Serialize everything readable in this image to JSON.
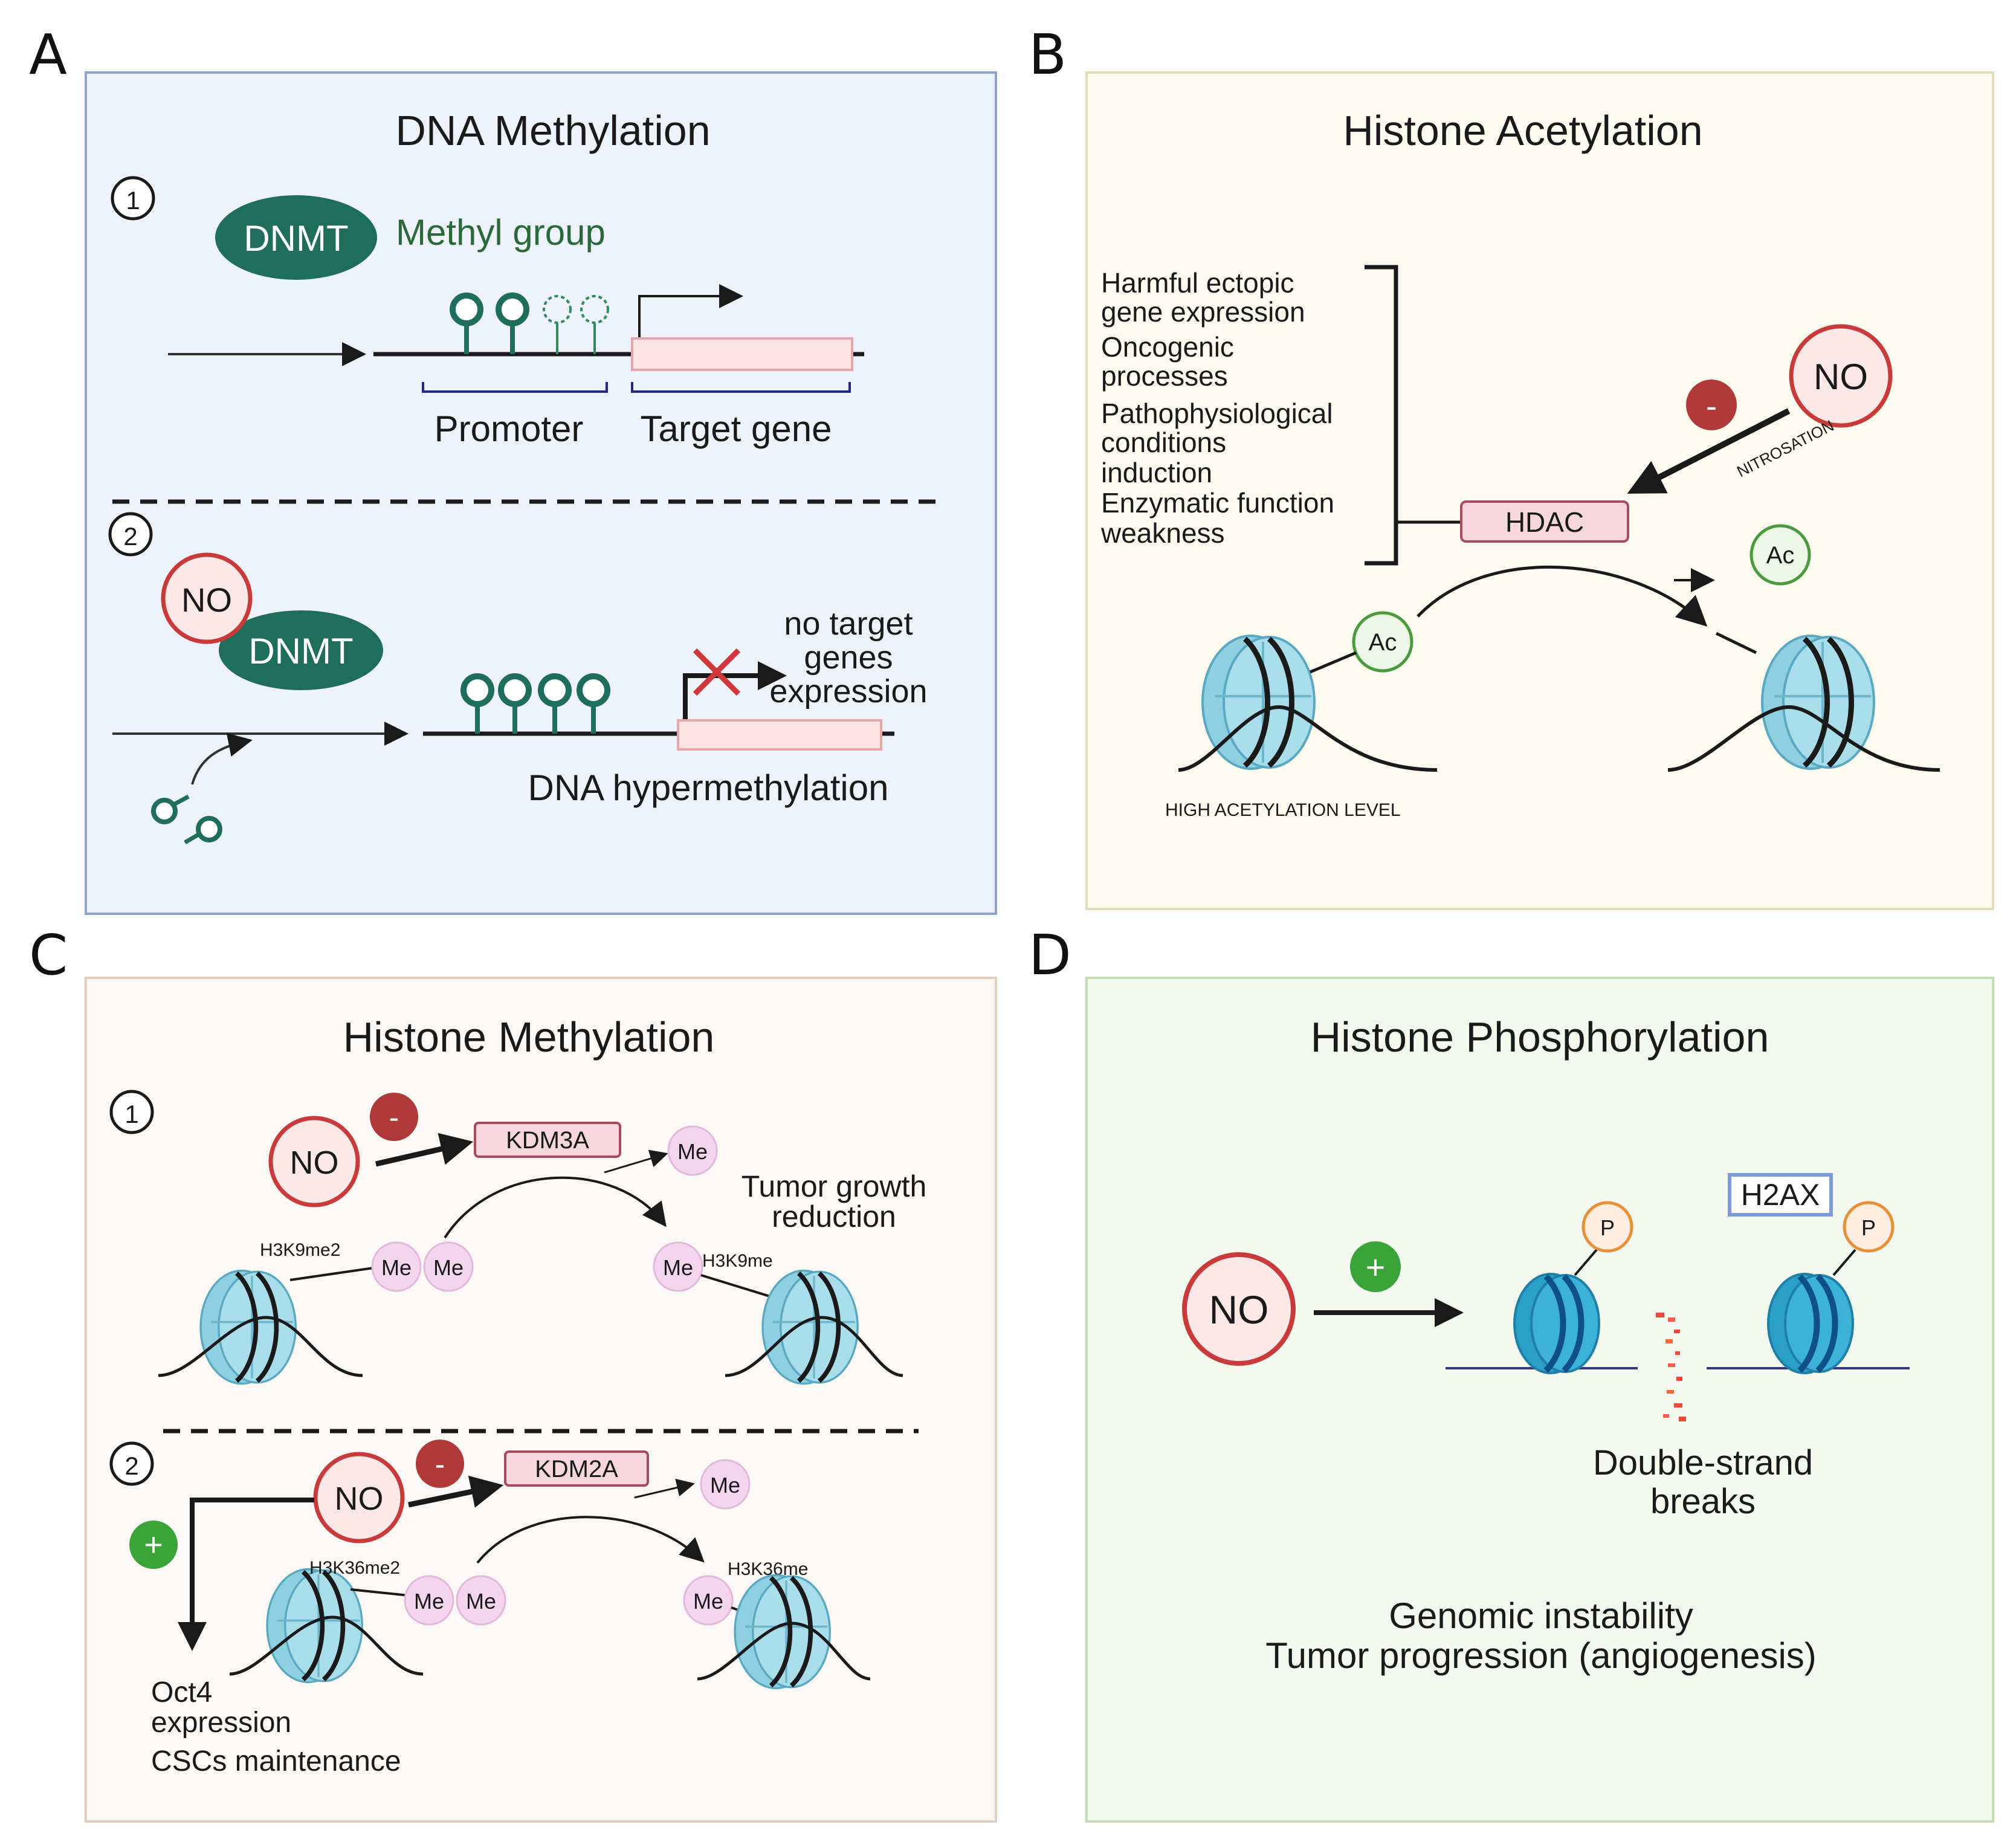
{
  "panel_letters": [
    "A",
    "B",
    "C",
    "D"
  ],
  "colors": {
    "panel_a_bg": "#eef2fb",
    "panel_b_bg": "#fdfbf0",
    "panel_c_bg": "#fcf8f5",
    "panel_d_bg": "#f4f9f0",
    "dnmt": "#1f6e5c",
    "no_ring": "#c93a3a",
    "minus_badge": "#b03a3a",
    "plus_badge": "#3aa33a",
    "enzyme_box": "#f5d7dd",
    "me_circle": "#f3d5ee",
    "ac_ring": "#4c9a3e",
    "p_ring": "#e89038",
    "nucleosome": "#8fd0e0",
    "h2ax_box": "#7a9ad8"
  },
  "icons": [
    "nucleosome-icon",
    "methyl-group-icon",
    "arrow-icon",
    "inhibition-x-icon"
  ],
  "panel_a": {
    "title": "DNA Methylation",
    "step1": "1",
    "step2": "2",
    "dnmt": "DNMT",
    "methyl_group": "Methyl group",
    "promoter": "Promoter",
    "target_gene": "Target gene",
    "no": "NO",
    "no_target_line1": "no target",
    "no_target_line2": "genes",
    "no_target_line3": "expression",
    "hypermethylation": "DNA hypermethylation"
  },
  "panel_b": {
    "title": "Histone Acetylation",
    "effects": [
      "Harmful ectopic",
      "gene expression",
      "Oncogenic",
      "processes",
      "Pathophysiological",
      "conditions",
      "induction",
      "Enzymatic function",
      "weakness"
    ],
    "no": "NO",
    "minus": "-",
    "nitrosation": "NITROSATION",
    "hdac": "HDAC",
    "ac": "Ac",
    "high_acetylation": "HIGH ACETYLATION LEVEL"
  },
  "panel_c": {
    "title": "Histone Methylation",
    "step1": "1",
    "step2": "2",
    "no": "NO",
    "minus": "-",
    "plus": "+",
    "kdm3a": "KDM3A",
    "kdm2a": "KDM2A",
    "me": "Me",
    "h3k9me2": "H3K9me2",
    "h3k9me": "H3K9me",
    "h3k36me2": "H3K36me2",
    "h3k36me": "H3K36me",
    "tumor_growth_line1": "Tumor growth",
    "tumor_growth_line2": "reduction",
    "oct4_line1": "Oct4",
    "oct4_line2": "expression",
    "cscs": "CSCs maintenance"
  },
  "panel_d": {
    "title": "Histone Phosphorylation",
    "no": "NO",
    "plus": "+",
    "h2ax": "H2AX",
    "p": "P",
    "dsb_line1": "Double-strand",
    "dsb_line2": "breaks",
    "outcome_line1": "Genomic instability",
    "outcome_line2": "Tumor progression (angiogenesis)"
  }
}
